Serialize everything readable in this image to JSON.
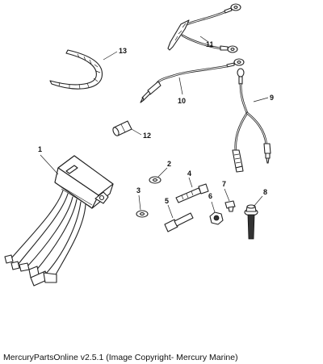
{
  "caption": "MercuryPartsOnline v2.5.1 (Image Copyright- Mercury Marine)",
  "callouts": [
    "1",
    "2",
    "3",
    "4",
    "5",
    "6",
    "7",
    "8",
    "9",
    "10",
    "11",
    "12",
    "13"
  ]
}
